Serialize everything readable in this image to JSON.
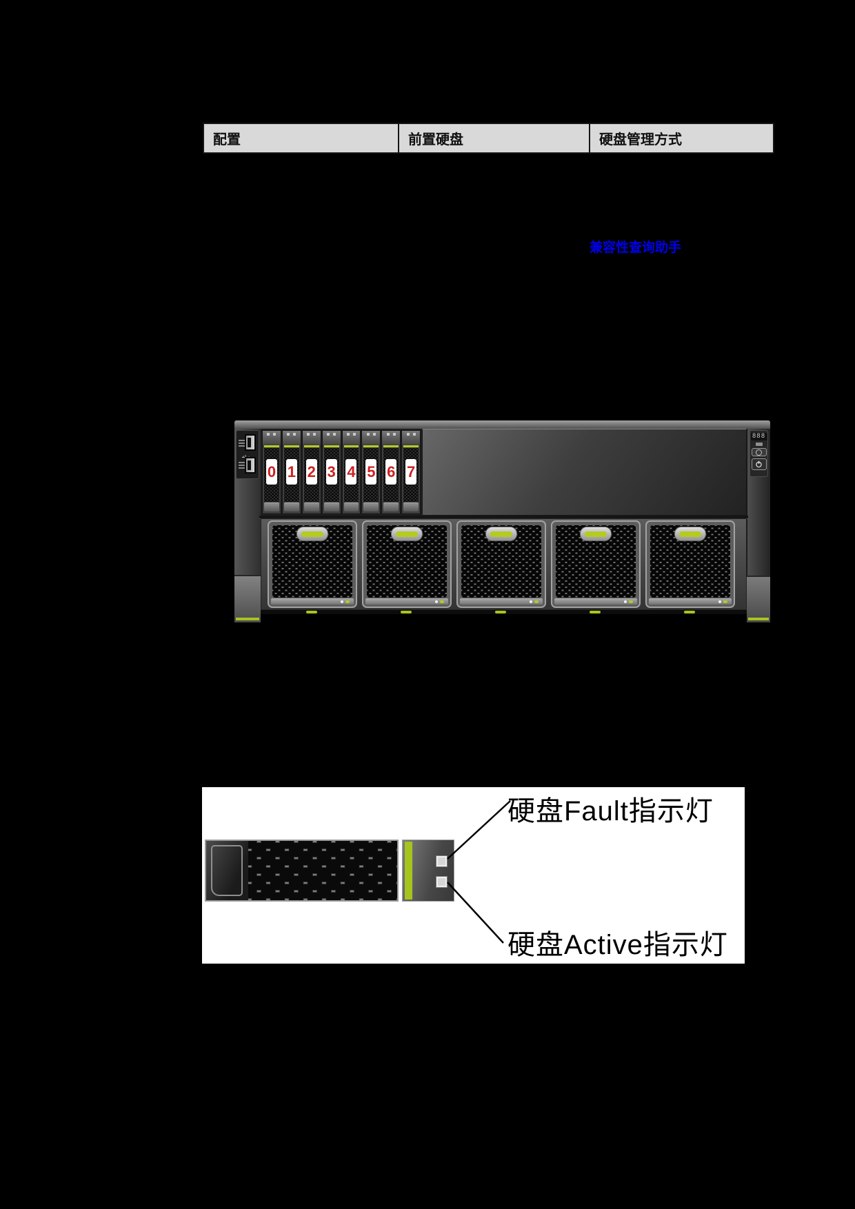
{
  "table": {
    "headers": [
      "配置",
      "前置硬盘",
      "硬盘管理方式"
    ]
  },
  "links": {
    "compatibility": "兼容性查询助手"
  },
  "server_front": {
    "drive_numbers": [
      "0",
      "1",
      "2",
      "3",
      "4",
      "5",
      "6",
      "7"
    ],
    "led_display": "888",
    "fan_module_count": 5
  },
  "disk_figure": {
    "fault_led_label": "硬盘Fault指示灯",
    "active_led_label": "硬盘Active指示灯"
  },
  "colors": {
    "page_background": "#000000",
    "table_header_bg": "#d9d9d9",
    "link_blue": "#0000ee",
    "accent_green": "#a9c41e",
    "drive_number_red": "#cf2121"
  }
}
